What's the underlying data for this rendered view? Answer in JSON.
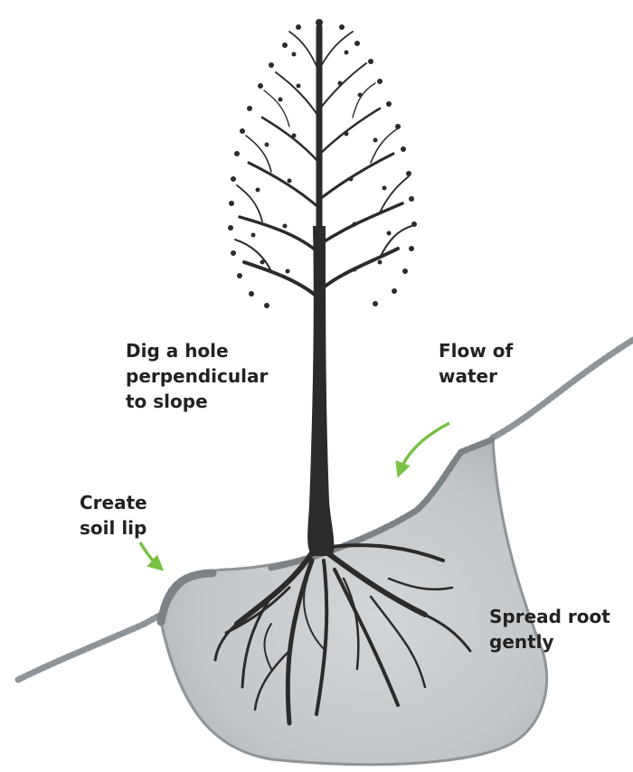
{
  "labels": {
    "dig_hole": [
      "Dig a hole",
      "perpendicular",
      "to slope"
    ],
    "flow_water": [
      "Flow of",
      "water"
    ],
    "soil_lip": [
      "Create",
      "soil lip"
    ],
    "spread_root": [
      "Spread root",
      "gently"
    ]
  },
  "colors": {
    "arrow": "#79c143",
    "tree": "#2b2b2b",
    "soil_fill": "#c7cbce",
    "soil_edge": "#8f9498",
    "text": "#222222"
  },
  "icons": {
    "arrow": "curved-arrow-icon",
    "tree": "tree-illustration",
    "hole": "planting-hole-illustration"
  }
}
